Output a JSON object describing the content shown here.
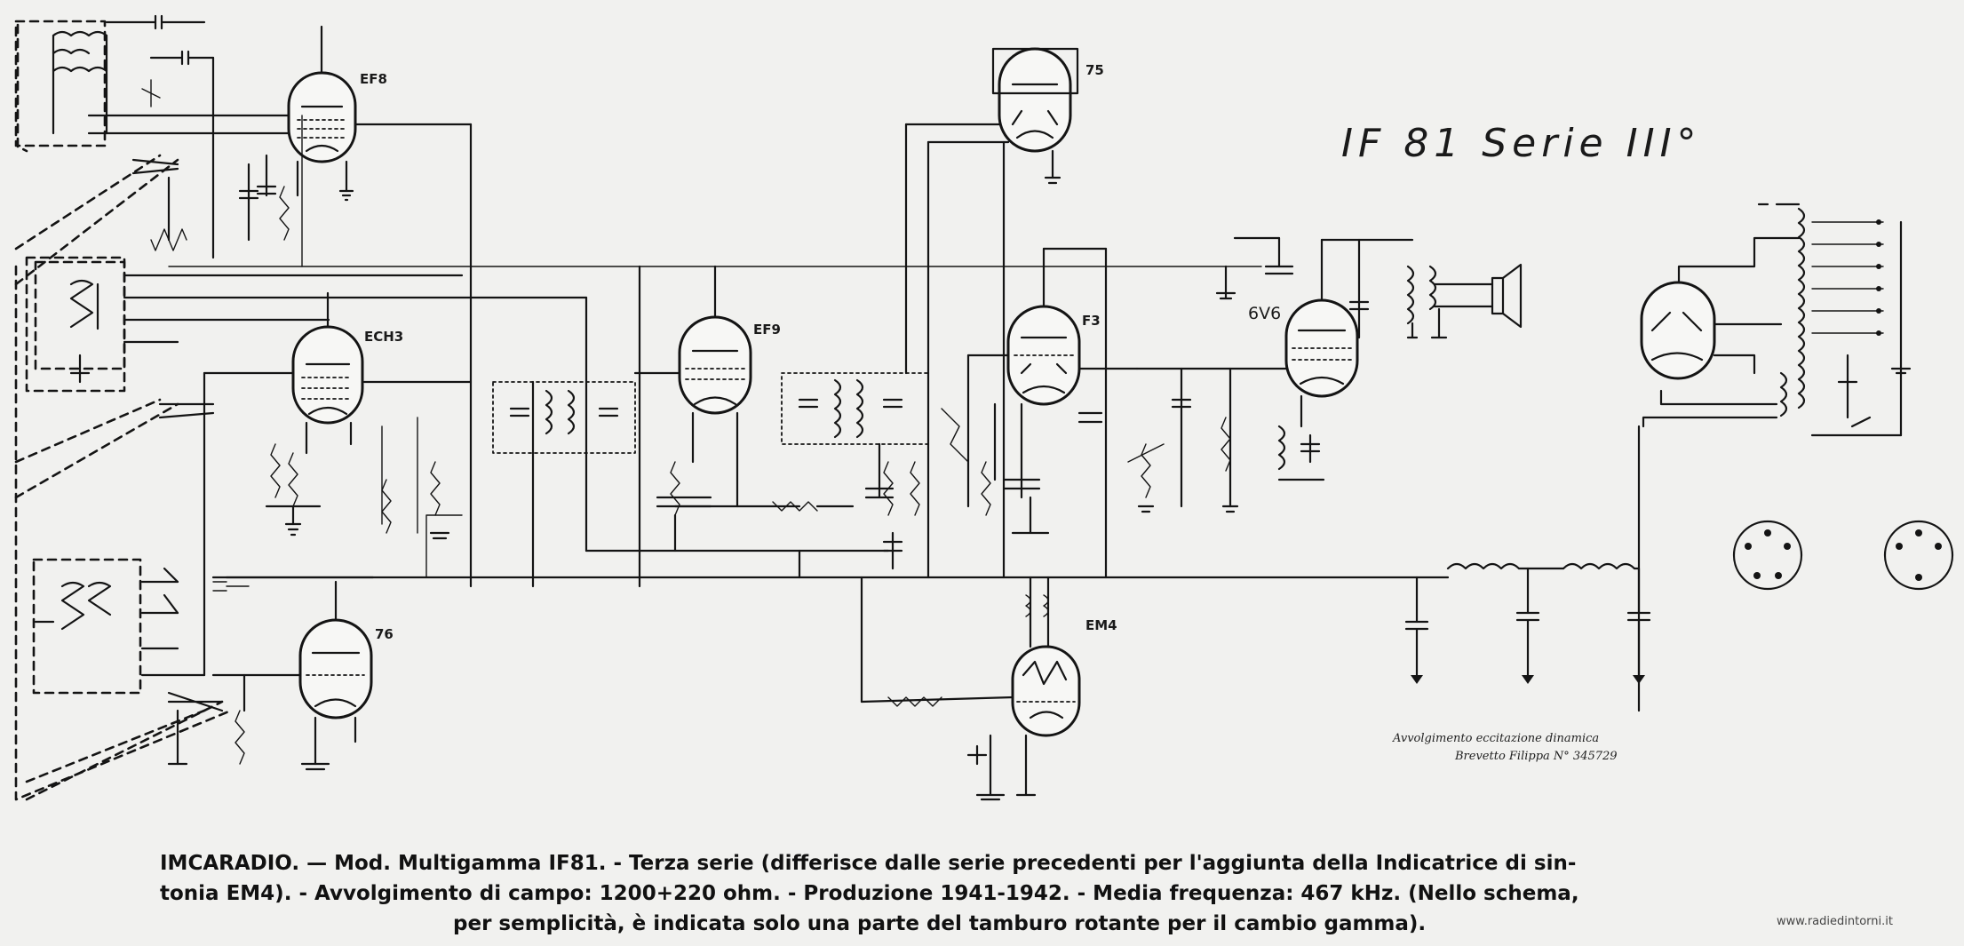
{
  "title": "IF 81 Serie III°",
  "note": {
    "line1": "Avvolgimento eccitazione dinamica",
    "line2": "Brevetto Filippa N° 345729"
  },
  "caption": {
    "line1": "IMCARADIO. — Mod. Multigamma IF81. - Terza serie (differisce dalle serie precedenti per l'aggiunta della Indicatrice di sin-",
    "line2": "tonia EM4). - Avvolgimento di campo: 1200+220 ohm. - Produzione 1941-1942. - Media frequenza: 467 kHz. (Nello schema,",
    "line3": "per semplicità, è indicata solo una parte del tamburo rotante per il cambio gamma)."
  },
  "watermark": "www.radiedintorni.it",
  "tubes": {
    "ef8": "EF8",
    "ech3": "ECH3",
    "t76": "76",
    "ef9": "EF9",
    "t75": "75",
    "f3": "F3",
    "em4": "EM4",
    "v6v6": "6V6"
  }
}
